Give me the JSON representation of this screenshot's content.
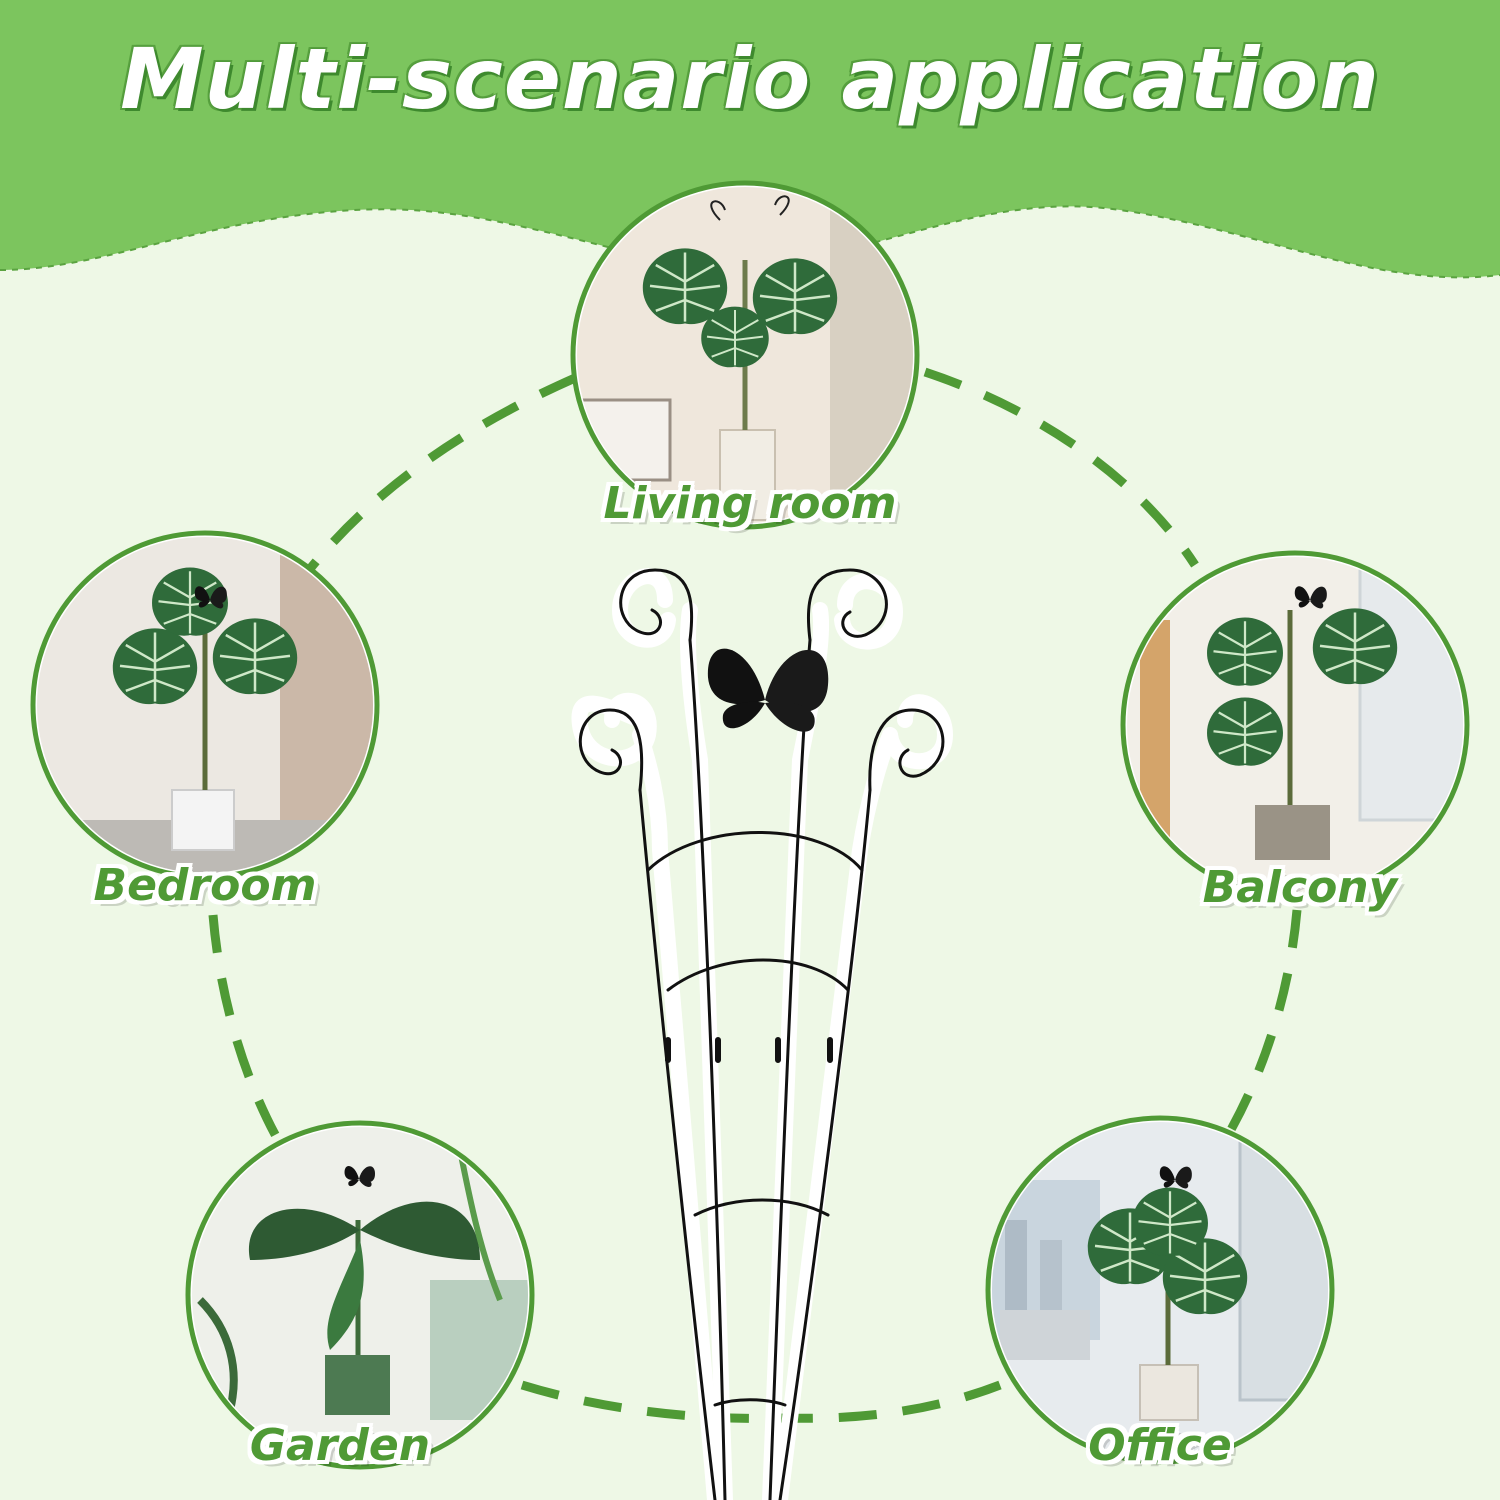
{
  "title": "Multi-scenario application",
  "colors": {
    "banner": "#7cc55e",
    "accent_green": "#4f9a35",
    "ring_dash": "#4f9a35",
    "background": "#eef8e6",
    "trellis": "#111111"
  },
  "scenarios": [
    {
      "label": "Living room",
      "icon": "monstera-plant-icon"
    },
    {
      "label": "Bedroom",
      "icon": "monstera-plant-icon"
    },
    {
      "label": "Balcony",
      "icon": "monstera-plant-icon"
    },
    {
      "label": "Garden",
      "icon": "elephant-ear-plant-icon"
    },
    {
      "label": "Office",
      "icon": "monstera-plant-icon"
    }
  ],
  "product": {
    "icon": "butterfly-trellis-icon"
  }
}
